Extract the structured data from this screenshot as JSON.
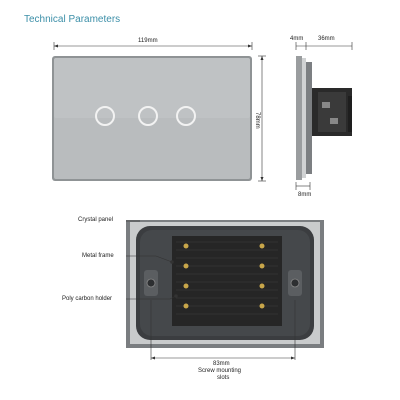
{
  "title": "Technical Parameters",
  "dimensions": {
    "width_label": "119mm",
    "height_label": "78mm",
    "side_plate_label": "4mm",
    "side_depth_label": "36mm",
    "side_bottom_label": "8mm",
    "screw_spacing_label": "83mm",
    "screw_slots_label_line1": "Screw mounting",
    "screw_slots_label_line2": "slots"
  },
  "callouts": {
    "crystal_panel": "Crystal panel",
    "metal_frame": "Metal frame",
    "poly_carbon_holder": "Poly carbon holder"
  },
  "switch": {
    "button_count": 3,
    "panel_color": "#b9bcbe",
    "accent_color": "#3c8fa8"
  }
}
